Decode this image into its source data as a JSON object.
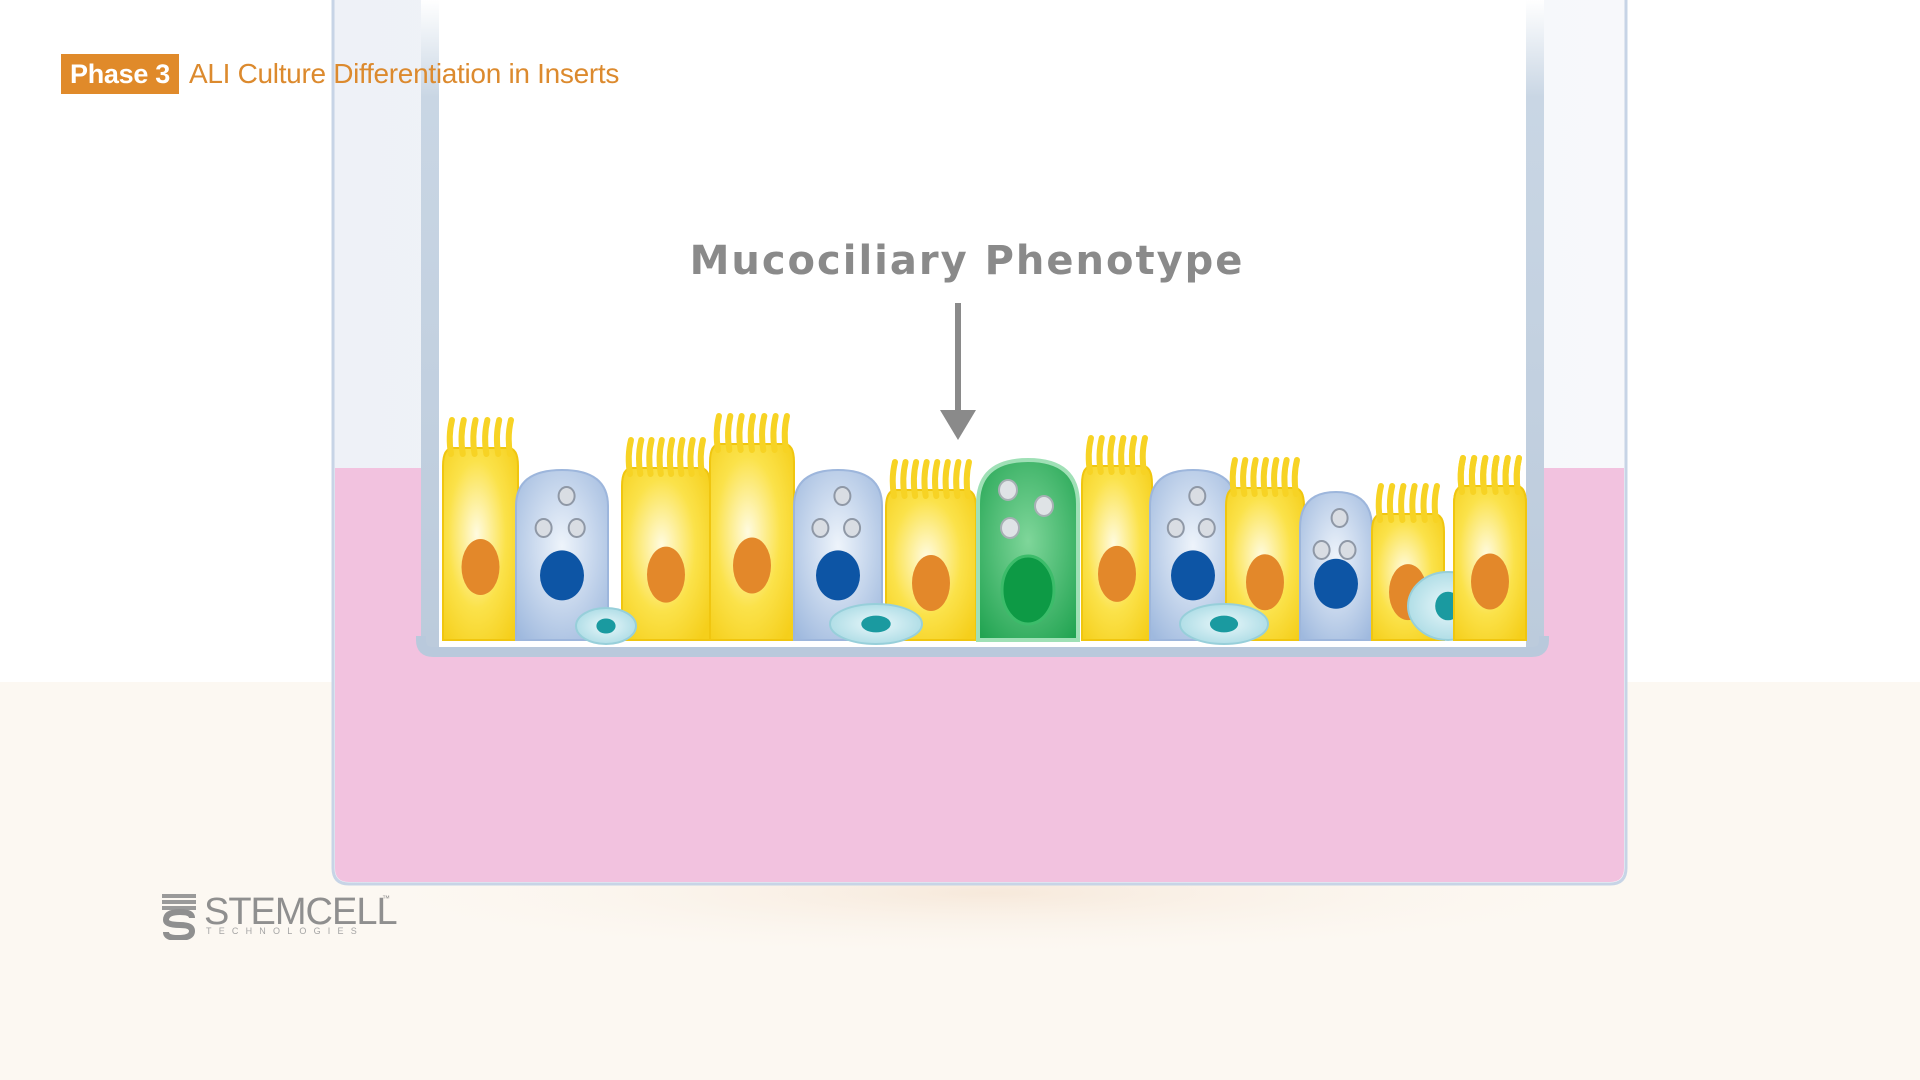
{
  "header": {
    "phase_badge": "Phase 3",
    "phase_title": "ALI Culture Differentiation in Inserts"
  },
  "diagram": {
    "annotation": "Mucociliary Phenotype"
  },
  "logo": {
    "word": "STEMCELL",
    "trademark": "™",
    "subtitle": "TECHNOLOGIES"
  },
  "colors": {
    "accent_orange": "#e08a2a",
    "medium_pink": "#f2c2df",
    "ciliated_yellow": "#f7d324",
    "ciliated_nucleus": "#e3882a",
    "club_blue": "#a7c0e2",
    "club_nucleus": "#0d55a5",
    "goblet_green": "#27ad5a",
    "goblet_nucleus": "#0d9a45",
    "basal_teal": "#b9e2ea",
    "basal_nucleus": "#1a9aa0",
    "annotation_gray": "#8a8a8a"
  }
}
